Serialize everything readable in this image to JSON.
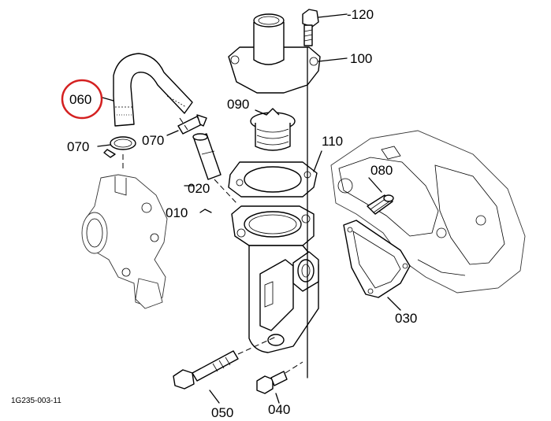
{
  "callouts": {
    "p120": "-120",
    "p100": "100",
    "p090": "090",
    "p110": "110",
    "p080": "080",
    "p060": "060",
    "p070_clamp_left": "070",
    "p070_clamp_right": "070",
    "p020": "020",
    "p010": "010",
    "p030": "030",
    "p050": "050",
    "p040": "040"
  },
  "highlight": {
    "part": "060",
    "color": "#d42020"
  },
  "figure_code": "1G235-003-11"
}
